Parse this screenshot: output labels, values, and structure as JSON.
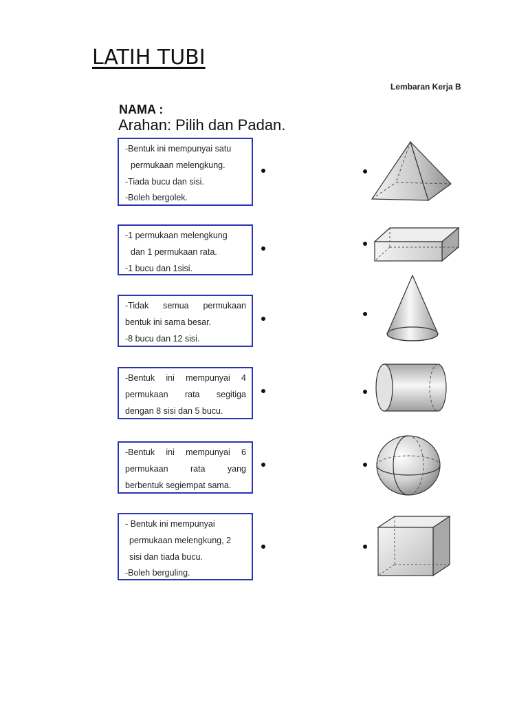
{
  "title": "LATIH TUBI",
  "sheet_label": "Lembaran Kerja B",
  "name_label": "NAMA :",
  "instruction": "Arahan: Pilih dan Padan.",
  "descriptions": [
    {
      "lines": [
        "-Bentuk ini mempunyai satu",
        " permukaan melengkung.",
        "-Tiada bucu dan sisi.",
        "-Boleh bergolek."
      ]
    },
    {
      "lines": [
        "-1 permukaan melengkung",
        " dan 1 permukaan rata.",
        "-1 bucu dan 1sisi."
      ]
    },
    {
      "lines": [
        "-Tidak semua permukaan",
        "bentuk ini sama besar.",
        "-8 bucu dan 12 sisi."
      ]
    },
    {
      "lines": [
        "-Bentuk ini mempunyai 4",
        "permukaan rata segitiga",
        "dengan 8 sisi dan 5 bucu."
      ]
    },
    {
      "lines": [
        "-Bentuk ini mempunyai 6",
        "permukaan rata yang",
        "berbentuk segiempat sama."
      ]
    },
    {
      "lines": [
        "- Bentuk ini mempunyai",
        "  permukaan melengkung, 2",
        "  sisi dan tiada bucu.",
        "-Boleh berguling."
      ]
    }
  ],
  "shapes": [
    {
      "icon": "square-pyramid-icon"
    },
    {
      "icon": "cuboid-icon"
    },
    {
      "icon": "cone-icon"
    },
    {
      "icon": "cylinder-icon"
    },
    {
      "icon": "sphere-icon"
    },
    {
      "icon": "cube-icon"
    }
  ]
}
